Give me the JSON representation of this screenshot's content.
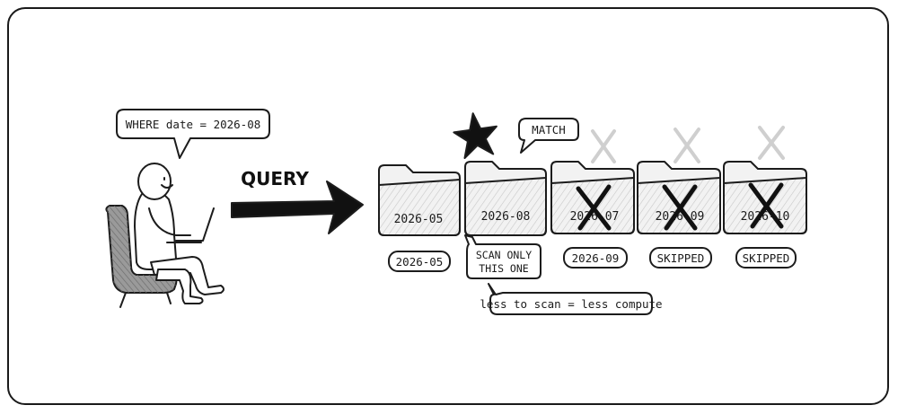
{
  "query_bubble": {
    "text": "WHERE date = 2026-08"
  },
  "arrow": {
    "label": "QUERY"
  },
  "match_bubble": {
    "text": "MATCH"
  },
  "folders": [
    {
      "name": "2026-05",
      "tag": "2026-05",
      "state": "normal"
    },
    {
      "name": "2026-08",
      "tag_line1": "SCAN ONLY",
      "tag_line2": "THIS ONE",
      "state": "match"
    },
    {
      "name": "2026-07",
      "tag": "2026-09",
      "state": "skipped"
    },
    {
      "name": "2026-09",
      "tag": "SKIPPED",
      "state": "skipped"
    },
    {
      "name": "2026-10",
      "tag": "SKIPPED",
      "state": "skipped"
    }
  ],
  "note": {
    "text": "less to scan = less compute"
  },
  "colors": {
    "ink": "#1c1c1c",
    "folder_fill": "#f1f1f1",
    "faded_x": "#cfcfcf",
    "chair": "#8e8e8e"
  }
}
